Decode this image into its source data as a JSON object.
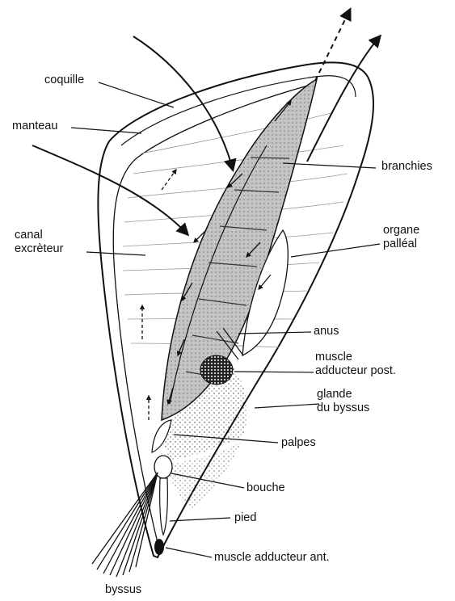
{
  "labels": {
    "coquille": "coquille",
    "manteau": "manteau",
    "canal_1": "canal",
    "canal_2": "excrèteur",
    "branchies": "branchies",
    "organe_1": "organe",
    "organe_2": "palléal",
    "anus": "anus",
    "muscle_post_1": "muscle",
    "muscle_post_2": "adducteur post.",
    "glande_1": "glande",
    "glande_2": "du byssus",
    "palpes": "palpes",
    "bouche": "bouche",
    "pied": "pied",
    "muscle_ant": "muscle adducteur ant.",
    "byssus": "byssus"
  },
  "colors": {
    "ink": "#111111",
    "gill_fill": "#b8b8b8",
    "paper": "#ffffff"
  }
}
